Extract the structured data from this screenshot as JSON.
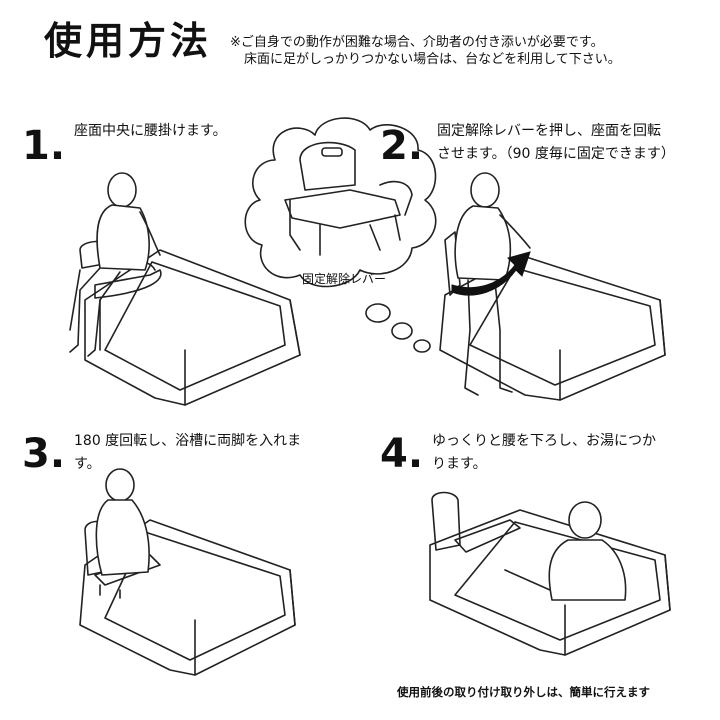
{
  "title": "使用方法",
  "notes": [
    "※ご自身での動作が困難な場合、介助者の付き添いが必要です。",
    "床面に足がしっかりつかない場合は、台などを利用して下さい。"
  ],
  "steps": [
    {
      "number": "1.",
      "lines": [
        "座面中央に腰掛けます。"
      ]
    },
    {
      "number": "2.",
      "lines": [
        "固定解除レバーを押し、座面を回転",
        "させます。（90 度毎に固定できます）"
      ]
    },
    {
      "number": "3.",
      "lines": [
        "180 度回転し、浴槽に両脚を入れま",
        "す。"
      ]
    },
    {
      "number": "4.",
      "lines": [
        "ゆっくりと腰を下ろし、お湯につか",
        "ります。"
      ]
    }
  ],
  "lever_label": "固定解除レバー",
  "footer": "使用前後の取り付け取り外しは、簡単に行えます"
}
